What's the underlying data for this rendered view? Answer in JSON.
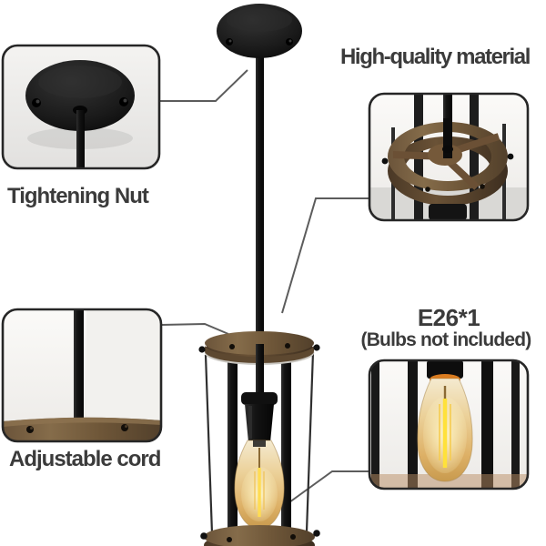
{
  "annotations": {
    "tightening_nut": {
      "label": "Tightening Nut"
    },
    "high_quality_material": {
      "label": "High-quality material"
    },
    "bulb_spec": {
      "label": "E26*1",
      "note": "(Bulbs not included)"
    },
    "adjustable_cord": {
      "label": "Adjustable cord"
    }
  },
  "colors": {
    "background": "#ffffff",
    "label_text": "#3b3b3b",
    "callout_line": "#5c5c5c",
    "inset_border": "#262626",
    "inset_background": "#ebebe9",
    "metal_black": "#181818",
    "wood_top": "#7b6546",
    "wood_side": "#53402c",
    "bulb_amber": "#e0ad5c",
    "bulb_glow": "#fff3b0",
    "filament_yellow": "#ffdc52"
  }
}
